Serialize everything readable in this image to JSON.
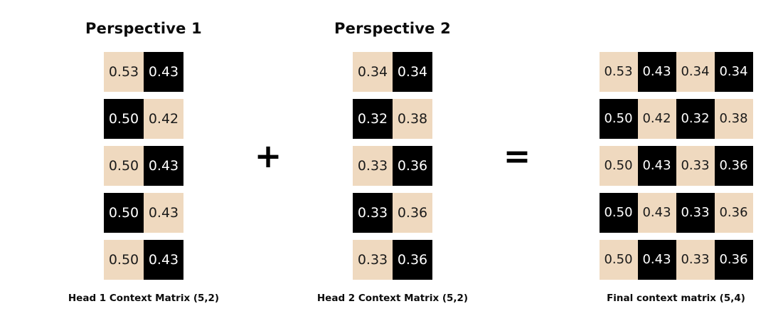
{
  "figure": {
    "type": "diagram",
    "topic": "multi-head-attention-context-concatenation",
    "background_color": "#ffffff",
    "cell_dark_color": "#000000",
    "cell_light_color": "#EFD9BF"
  },
  "columns": [
    {
      "id": "head1",
      "header": "Perspective 1",
      "caption": "Head 1 Context Matrix (5,2)",
      "shape": "(5,2)",
      "rows": [
        [
          {
            "value": "0.53",
            "style": "light"
          },
          {
            "value": "0.43",
            "style": "dark"
          }
        ],
        [
          {
            "value": "0.50",
            "style": "dark"
          },
          {
            "value": "0.42",
            "style": "light"
          }
        ],
        [
          {
            "value": "0.50",
            "style": "light"
          },
          {
            "value": "0.43",
            "style": "dark"
          }
        ],
        [
          {
            "value": "0.50",
            "style": "dark"
          },
          {
            "value": "0.43",
            "style": "light"
          }
        ],
        [
          {
            "value": "0.50",
            "style": "light"
          },
          {
            "value": "0.43",
            "style": "dark"
          }
        ]
      ]
    },
    {
      "id": "head2",
      "header": "Perspective 2",
      "caption": "Head 2 Context Matrix (5,2)",
      "shape": "(5,2)",
      "rows": [
        [
          {
            "value": "0.34",
            "style": "light"
          },
          {
            "value": "0.34",
            "style": "dark"
          }
        ],
        [
          {
            "value": "0.32",
            "style": "dark"
          },
          {
            "value": "0.38",
            "style": "light"
          }
        ],
        [
          {
            "value": "0.33",
            "style": "light"
          },
          {
            "value": "0.36",
            "style": "dark"
          }
        ],
        [
          {
            "value": "0.33",
            "style": "dark"
          },
          {
            "value": "0.36",
            "style": "light"
          }
        ],
        [
          {
            "value": "0.33",
            "style": "light"
          },
          {
            "value": "0.36",
            "style": "dark"
          }
        ]
      ]
    },
    {
      "id": "final",
      "header": "",
      "caption": "Final context matrix (5,4)",
      "shape": "(5,4)",
      "rows": [
        [
          {
            "value": "0.53",
            "style": "light"
          },
          {
            "value": "0.43",
            "style": "dark"
          },
          {
            "value": "0.34",
            "style": "light"
          },
          {
            "value": "0.34",
            "style": "dark"
          }
        ],
        [
          {
            "value": "0.50",
            "style": "dark"
          },
          {
            "value": "0.42",
            "style": "light"
          },
          {
            "value": "0.32",
            "style": "dark"
          },
          {
            "value": "0.38",
            "style": "light"
          }
        ],
        [
          {
            "value": "0.50",
            "style": "light"
          },
          {
            "value": "0.43",
            "style": "dark"
          },
          {
            "value": "0.33",
            "style": "light"
          },
          {
            "value": "0.36",
            "style": "dark"
          }
        ],
        [
          {
            "value": "0.50",
            "style": "dark"
          },
          {
            "value": "0.43",
            "style": "light"
          },
          {
            "value": "0.33",
            "style": "dark"
          },
          {
            "value": "0.36",
            "style": "light"
          }
        ],
        [
          {
            "value": "0.50",
            "style": "light"
          },
          {
            "value": "0.43",
            "style": "dark"
          },
          {
            "value": "0.33",
            "style": "light"
          },
          {
            "value": "0.36",
            "style": "dark"
          }
        ]
      ]
    }
  ],
  "operators": {
    "plus": "+",
    "equals": "="
  }
}
